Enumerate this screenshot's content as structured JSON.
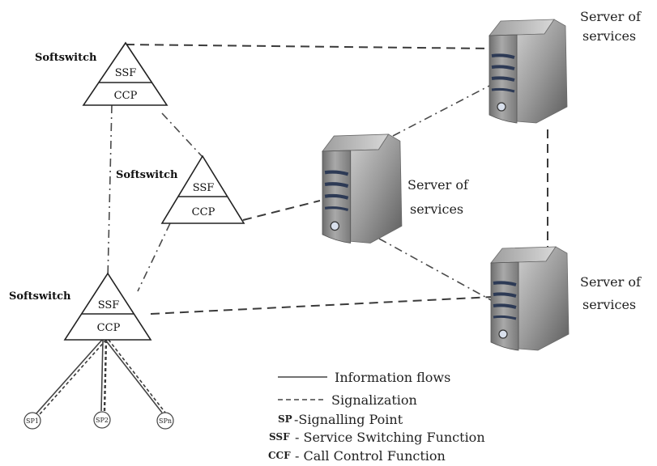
{
  "softswitches": [
    {
      "label": "Softswitch",
      "upper": "SSF",
      "lower": "CCP"
    },
    {
      "label": "Softswitch",
      "upper": "SSF",
      "lower": "CCP"
    },
    {
      "label": "Softswitch",
      "upper": "SSF",
      "lower": "CCP"
    }
  ],
  "servers": [
    {
      "line1": "Server of",
      "line2": "services"
    },
    {
      "line1": "Server of",
      "line2": "services"
    },
    {
      "line1": "Server of",
      "line2": "services"
    }
  ],
  "signalling_points": [
    "SP1",
    "SP2",
    "SPn"
  ],
  "legend": {
    "information_flows": "Information flows",
    "signalization": "Signalization",
    "sp_abbr": "SP",
    "sp_text": "-Signalling Point",
    "ssf_abbr": "SSF",
    "ssf_text": "- Service Switching Function",
    "ccf_abbr": "CCF",
    "ccf_text": "- Call Control Function"
  },
  "colors": {
    "server_light": "#b9b9b9",
    "server_mid": "#8e8e8e",
    "server_dark": "#585858",
    "server_stripe": "#2f3c55"
  }
}
